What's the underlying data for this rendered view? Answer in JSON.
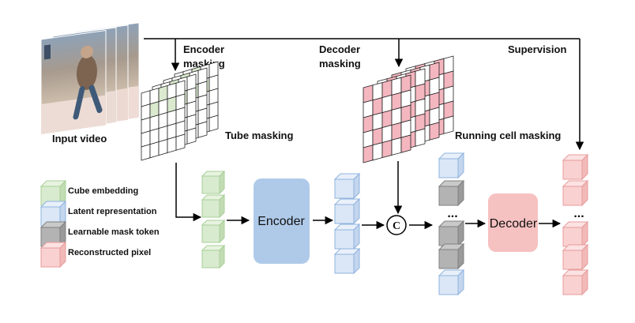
{
  "labels": {
    "input_video": "Input video",
    "encoder_masking": [
      "Encoder",
      "masking"
    ],
    "decoder_masking": [
      "Decoder",
      "masking"
    ],
    "supervision": "Supervision",
    "tube_masking": "Tube masking",
    "running_cell_masking": "Running cell masking",
    "encoder": "Encoder",
    "decoder": "Decoder",
    "concat_symbol": "C",
    "ellipsis": "...",
    "ellipsis_out": "..."
  },
  "legend": [
    {
      "label": "Cube embedding",
      "color": "green"
    },
    {
      "label": "Latent representation",
      "color": "blue"
    },
    {
      "label": "Learnable mask token",
      "color": "gray"
    },
    {
      "label": "Reconstructed pixel",
      "color": "pink"
    }
  ],
  "colors": {
    "green": {
      "front": "#d8ebcf",
      "top": "#e7f3df",
      "side": "#c2dcb4",
      "edge": "#a9cf99"
    },
    "blue": {
      "front": "#dbe7f6",
      "top": "#e9f0fa",
      "side": "#c3d6ee",
      "edge": "#8fb3df"
    },
    "gray": {
      "front": "#b3b3b3",
      "top": "#c9c9c9",
      "side": "#9a9a9a",
      "edge": "#808080"
    },
    "pink": {
      "front": "#f9d1d1",
      "top": "#fce2e2",
      "side": "#f2b9b9",
      "edge": "#e89c9c"
    },
    "encoder_box": "#afcae9",
    "decoder_box": "#f6c1c1",
    "mask_pink": "#f4b6bf",
    "mask_green": "#dbeacf"
  }
}
